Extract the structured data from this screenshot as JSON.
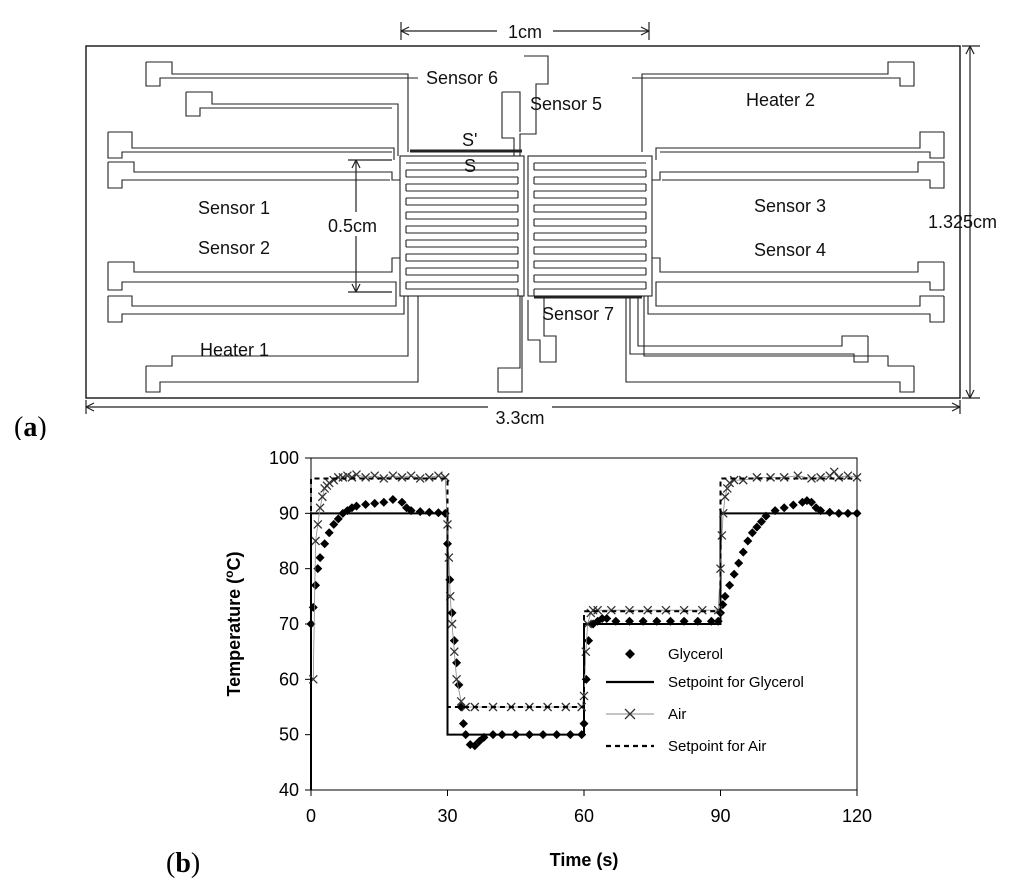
{
  "panel_a": {
    "label_letter": "a",
    "dimensions": {
      "top_width": "1cm",
      "height_gap": "0.5cm",
      "total_width": "3.3cm",
      "total_height": "1.325cm"
    },
    "labels": {
      "sensor1": "Sensor 1",
      "sensor2": "Sensor 2",
      "sensor3": "Sensor 3",
      "sensor4": "Sensor 4",
      "sensor5": "Sensor 5",
      "sensor6": "Sensor 6",
      "sensor7": "Sensor 7",
      "heater1": "Heater 1",
      "heater2": "Heater 2",
      "s_prime": "S'",
      "s": "S"
    }
  },
  "panel_b": {
    "label_letter": "b"
  },
  "chart_data": {
    "type": "line",
    "title": "",
    "xlabel": "Time (s)",
    "ylabel_main": "Temperature (",
    "ylabel_sup": "o",
    "ylabel_tail": "C)",
    "xlim": [
      0,
      120
    ],
    "ylim": [
      40,
      100
    ],
    "x_ticks": [
      "0",
      "30",
      "60",
      "90",
      "120"
    ],
    "y_ticks": [
      "40",
      "50",
      "60",
      "70",
      "80",
      "90",
      "100"
    ],
    "grid": false,
    "legend_position": "right",
    "series": [
      {
        "name": "Glycerol",
        "style": "diamond-markers",
        "x": [
          0,
          0.5,
          1,
          1.5,
          2,
          3,
          4,
          5,
          6,
          7,
          8,
          9,
          10,
          12,
          14,
          16,
          18,
          20,
          21,
          22,
          24,
          26,
          28,
          29.5,
          30,
          30.5,
          31,
          31.5,
          32,
          32.5,
          33,
          33.5,
          34,
          35,
          36,
          37,
          38,
          40,
          42,
          45,
          48,
          51,
          54,
          57,
          59.5,
          60,
          60.5,
          61,
          62,
          63,
          64,
          65,
          67,
          70,
          73,
          76,
          79,
          82,
          85,
          88,
          89.5,
          90,
          90.5,
          91,
          92,
          93,
          94,
          95,
          96,
          97,
          98,
          99,
          100,
          102,
          104,
          106,
          108,
          109,
          110,
          111,
          112,
          114,
          116,
          118,
          120
        ],
        "y": [
          70,
          73,
          77,
          80,
          82,
          84.5,
          86.5,
          88,
          89,
          90,
          90.5,
          91,
          91.3,
          91.6,
          91.8,
          92,
          92.5,
          92,
          91,
          90.5,
          90.3,
          90.2,
          90.1,
          90,
          84.5,
          78,
          72,
          67,
          63,
          59,
          55,
          52,
          50,
          48.2,
          48,
          48.8,
          49.5,
          50,
          50,
          50,
          50,
          50,
          50,
          50,
          50,
          52,
          60,
          67,
          70,
          70.5,
          71,
          71,
          70.5,
          70.5,
          70.5,
          70.5,
          70.5,
          70.5,
          70.5,
          70.5,
          70.5,
          72,
          73.5,
          75,
          77,
          79,
          81,
          83,
          85,
          86.5,
          87.5,
          88.5,
          89.5,
          90.5,
          91,
          91.5,
          92,
          92.3,
          92,
          91,
          90.5,
          90.2,
          90,
          90,
          90
        ]
      },
      {
        "name": "Setpoint for Glycerol",
        "style": "solid",
        "x": [
          0,
          0,
          30,
          30,
          60,
          60,
          90,
          90,
          120
        ],
        "y": [
          40,
          90,
          90,
          50,
          50,
          70,
          70,
          90,
          90
        ]
      },
      {
        "name": "Air",
        "style": "x-markers",
        "x": [
          0.5,
          1,
          1.5,
          2,
          2.5,
          3,
          3.5,
          4,
          5,
          6,
          7,
          8,
          9,
          10,
          12,
          14,
          16,
          18,
          20,
          22,
          24,
          26,
          28,
          29.5,
          30,
          30.3,
          30.6,
          31,
          31.5,
          32,
          33,
          34,
          36,
          40,
          44,
          48,
          52,
          56,
          59.5,
          60,
          60.4,
          60.8,
          61.5,
          62,
          63,
          66,
          70,
          74,
          78,
          82,
          86,
          89.5,
          90,
          90.3,
          90.6,
          91,
          91.5,
          92,
          93,
          95,
          98,
          101,
          104,
          107,
          110,
          112,
          114,
          115,
          116,
          118,
          120
        ],
        "y": [
          60,
          85,
          88,
          91,
          93,
          94.5,
          95,
          95.5,
          96,
          96.5,
          96.5,
          96.8,
          96.5,
          97,
          96.5,
          96.8,
          96.3,
          96.8,
          96.5,
          96.8,
          96.3,
          96.5,
          96.8,
          96.5,
          88,
          82,
          75,
          70,
          65,
          60,
          56,
          55,
          55,
          55,
          55,
          55,
          55,
          55,
          55,
          57,
          65,
          70,
          72,
          72.5,
          72.5,
          72.5,
          72.5,
          72.5,
          72.5,
          72.5,
          72.5,
          72.5,
          80,
          86,
          90,
          93,
          94.5,
          95.5,
          96,
          96,
          96.5,
          96.5,
          96.5,
          96.8,
          96.3,
          96.5,
          96.8,
          97.5,
          96.5,
          96.8,
          96.5
        ]
      },
      {
        "name": "Setpoint for Air",
        "style": "dashed",
        "x": [
          0,
          0,
          30,
          30,
          60,
          60,
          90,
          90,
          120
        ],
        "y": [
          40,
          96.3,
          96.3,
          55,
          55,
          72.3,
          72.3,
          96.3,
          96.3
        ]
      }
    ]
  }
}
